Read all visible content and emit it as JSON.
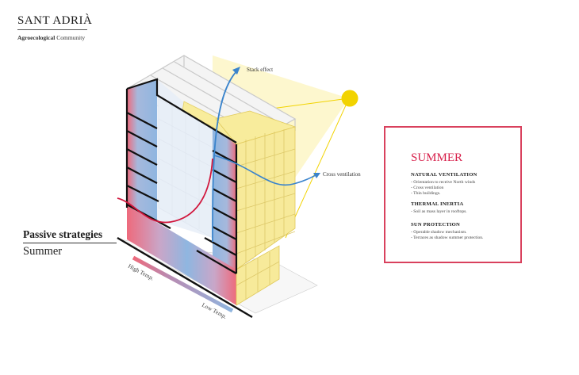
{
  "header": {
    "title": "SANT ADRIÀ",
    "subtitle_bold": "Agroecological",
    "subtitle_rest": " Community"
  },
  "diagram": {
    "labels": {
      "stack_effect": "Stack effect",
      "cross_ventilation": "Cross ventilation",
      "high_temp": "High Temp.",
      "low_temp": "Low Temp."
    },
    "colors": {
      "hot": "#ee6a7c",
      "cool": "#8fb6e0",
      "sun": "#f2d300",
      "sun_light": "#fdf6c6",
      "airflow_blue": "#3a84cc",
      "airflow_red": "#d1163c",
      "facade_yellow": "#f8ec9c"
    }
  },
  "strategies": {
    "heading": "Passive strategies",
    "season": "Summer"
  },
  "panel": {
    "title": "SUMMER",
    "accent": "#d7204b",
    "sections": [
      {
        "heading": "NATURAL VENTILATION",
        "items": [
          "- Orientation to receive North winds",
          "- Cross ventilation",
          "- Thin buildings."
        ]
      },
      {
        "heading": "THERMAL INERTIA",
        "items": [
          "- Soil as mass layer in rooftops."
        ]
      },
      {
        "heading": "SUN PROTECTION",
        "items": [
          "- Operable shadow mechanism.",
          "- Terraces as shadow summer protection."
        ]
      }
    ]
  }
}
